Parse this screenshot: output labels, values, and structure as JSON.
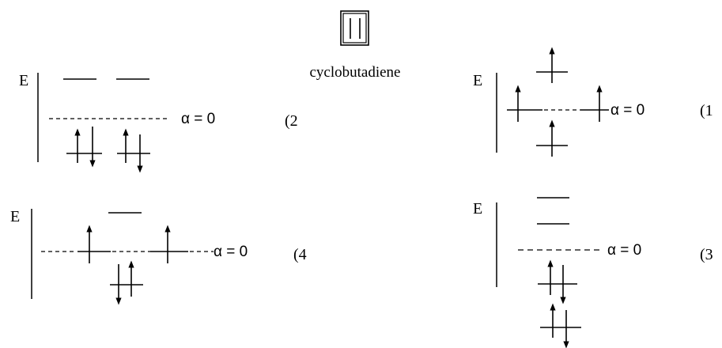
{
  "molecule": {
    "name": "cyclobutadiene",
    "icon": "cyclobutadiene-structure-icon"
  },
  "energy_label": "E",
  "reference_label": "α = 0",
  "options": [
    {
      "id": "2",
      "label": "(2"
    },
    {
      "id": "1",
      "label": "(1"
    },
    {
      "id": "4",
      "label": "(4"
    },
    {
      "id": "3",
      "label": "(3"
    }
  ],
  "colors": {
    "ink": "#000000",
    "background": "#ffffff"
  }
}
